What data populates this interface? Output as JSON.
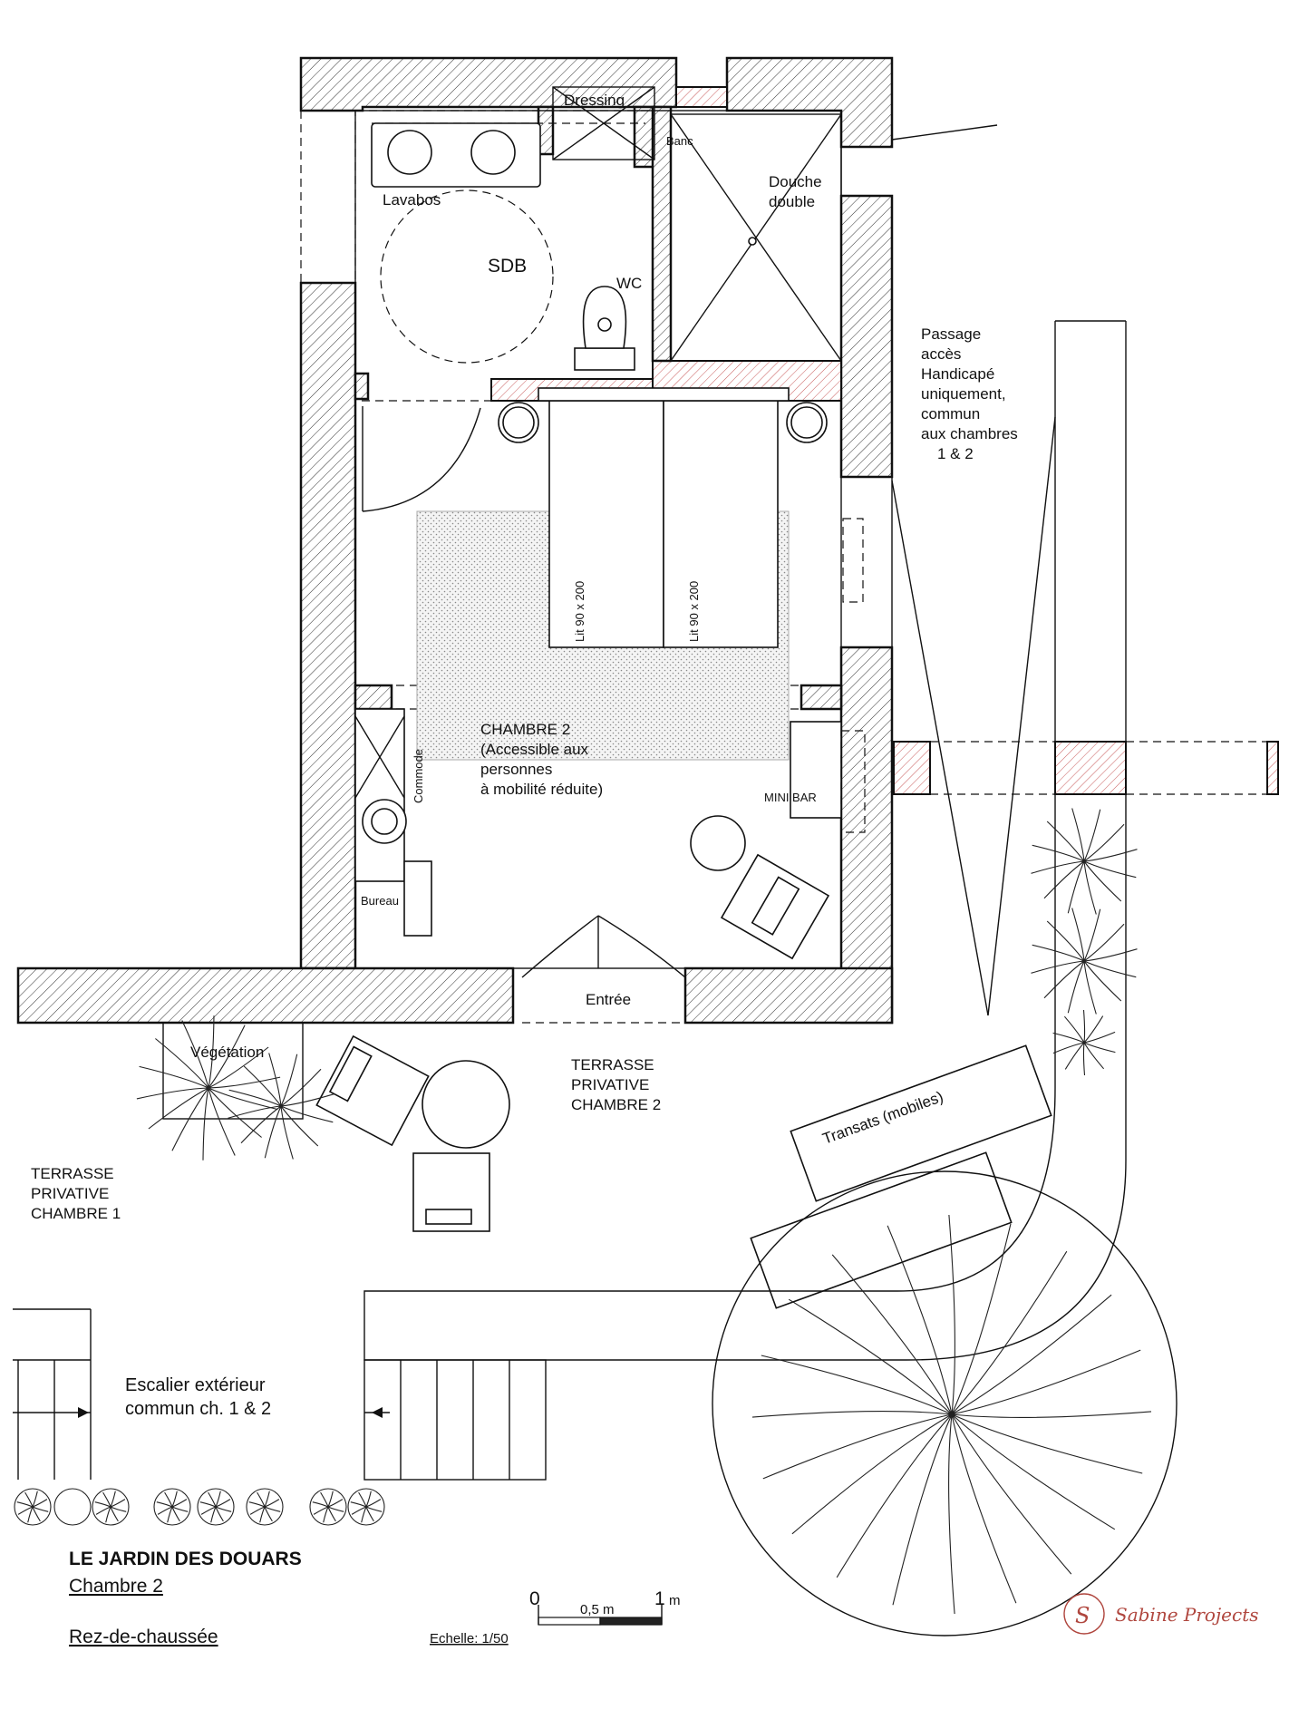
{
  "plan": {
    "title": "LE JARDIN DES DOUARS",
    "subtitle": "Chambre 2",
    "level": "Rez-de-chaussée",
    "scale": {
      "label": "Echelle: 1/50",
      "tick_0": "0",
      "tick_half": "0,5 m",
      "tick_1": "1",
      "unit": "m"
    },
    "rooms": {
      "dressing": "Dressing",
      "banc": "Banc",
      "douche_1": "Douche",
      "douche_2": "double",
      "lavabos": "Lavabos",
      "sdb": "SDB",
      "wc": "WC",
      "bed_1": "Lit 90 x 200",
      "bed_2": "Lit 90 x 200",
      "chambre_1": "CHAMBRE 2",
      "chambre_2": "(Accessible aux",
      "chambre_3": "personnes",
      "chambre_4": "à mobilité réduite)",
      "commode": "Commode",
      "bureau": "Bureau",
      "minibar": "MINI BAR",
      "entree": "Entrée"
    },
    "passage": [
      "Passage",
      "accès",
      "Handicapé",
      "uniquement,",
      "commun",
      "aux chambres",
      "1 & 2"
    ],
    "exterior": {
      "vegetation": "Végétation",
      "terrasse2": [
        "TERRASSE",
        "PRIVATIVE",
        "CHAMBRE 2"
      ],
      "terrasse1": [
        "TERRASSE",
        "PRIVATIVE",
        "CHAMBRE 1"
      ],
      "transats": "Transats (mobiles)",
      "escalier_1": "Escalier extérieur",
      "escalier_2": "commun ch. 1 & 2"
    },
    "logo": {
      "monogram": "S",
      "text": "Sabine Projects"
    },
    "colors": {
      "line": "#111111",
      "hatch_red": "#c85a5a",
      "logo": "#b0473f"
    }
  }
}
